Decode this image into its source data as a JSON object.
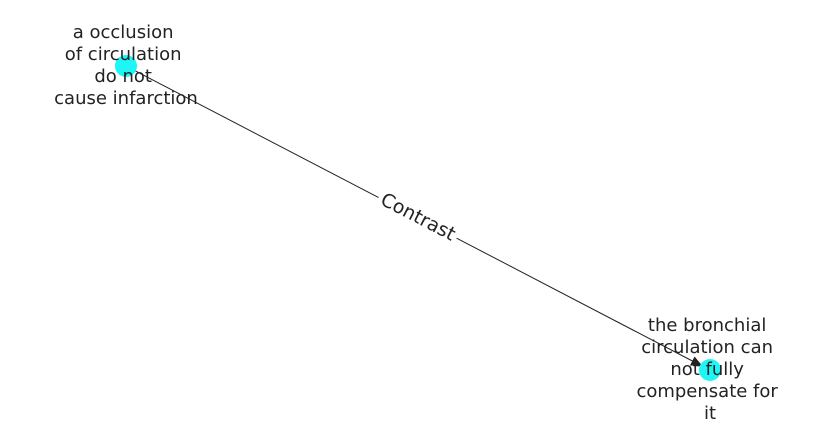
{
  "diagram": {
    "nodes": [
      {
        "id": "source",
        "label_lines": [
          "a occlusion",
          "of circulation",
          "do not",
          "cause infarction"
        ]
      },
      {
        "id": "target",
        "label_lines": [
          "the bronchial",
          "circulation can",
          "not fully",
          "compensate for",
          "it"
        ]
      }
    ],
    "edges": [
      {
        "from": "source",
        "to": "target",
        "label": "Contrast"
      }
    ],
    "colors": {
      "node_fill": "#1ef6f6",
      "edge_stroke": "#222222",
      "text": "#222222",
      "background": "#ffffff"
    }
  }
}
